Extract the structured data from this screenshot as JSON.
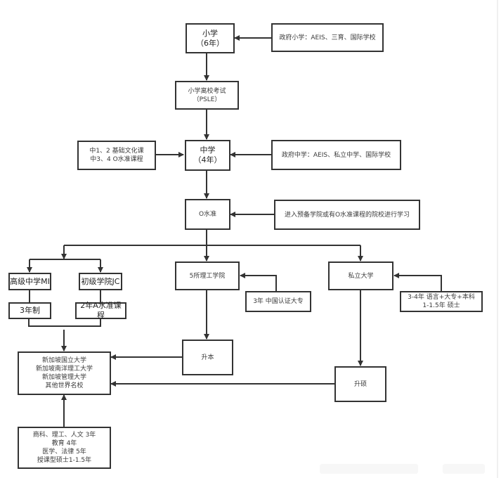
{
  "colors": {
    "line": "#333333",
    "box_border": "#333333",
    "text": "#3a3a3a",
    "background": "#ffffff"
  },
  "nodes": {
    "primary": "小学\n（6年）",
    "primary_source": "政府小学：AEIS、三育、国际学校",
    "psle": "小学离校考试\n（PSLE）",
    "secondary": "中学\n（4年）",
    "secondary_courses": "中1、2  基础文化课\n中3、4  O水准课程",
    "secondary_source": "政府中学：AEIS、私立中学、国际学校",
    "o_level": "O水准",
    "o_level_source": "进入预备学院或有O水准课程的院校进行学习",
    "mi": "高级中学MI",
    "jc": "初级学院JC",
    "mi_duration": "3年制",
    "jc_duration": "2年A水准课程",
    "polytechnic": "5所理工学院",
    "polytechnic_source": "3年 中国认证大专",
    "private_uni": "私立大学",
    "private_uni_source": "3-4年  语言+大专+本科\n1-1.5年  硕士",
    "upgrade_bachelor": "升本",
    "upgrade_master": "升硕",
    "universities": "新加坡国立大学\n新加坡南洋理工大学\n新加坡管理大学\n其他世界名校",
    "programs": "商科、理工、人文  3年\n教育  4年\n医学、法律  5年\n授课型硕士1-1.5年"
  }
}
